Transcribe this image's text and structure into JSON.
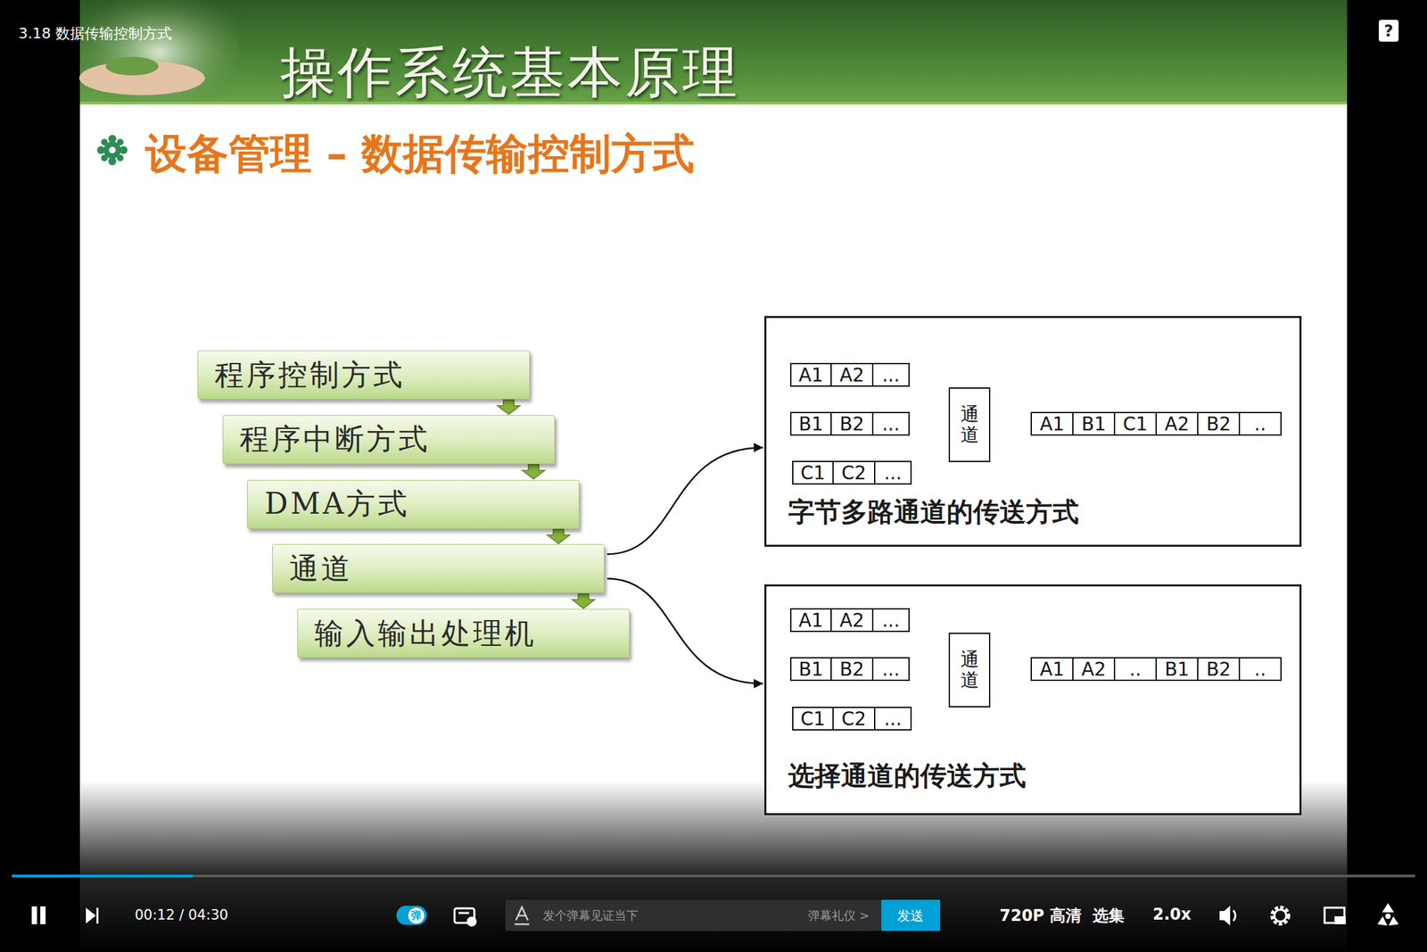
{
  "diagram": {
    "title": "设备管理 – 数据传输控制方式",
    "nodes": [
      {
        "text": [
          "程序控制方式"
        ]
      },
      {
        "text": [
          "程序中断方式"
        ]
      },
      {
        "text": [
          "DMA方式"
        ]
      },
      {
        "text": [
          "通道"
        ]
      },
      {
        "text": [
          "输入输出处理机"
        ]
      },
      {
        "text": [
          "字节多路通道的传送方式"
        ]
      },
      {
        "text": [
          "A1"
        ],
        "in": 5
      },
      {
        "text": [
          "A2"
        ],
        "in": 5
      },
      {
        "text": [
          "..."
        ],
        "in": 5
      },
      {
        "text": [
          "B1"
        ],
        "in": 5
      },
      {
        "text": [
          "B2"
        ],
        "in": 5
      },
      {
        "text": [
          "..."
        ],
        "in": 5
      },
      {
        "text": [
          "C1"
        ],
        "in": 5
      },
      {
        "text": [
          "C2"
        ],
        "in": 5
      },
      {
        "text": [
          "..."
        ],
        "in": 5
      },
      {
        "text": [
          "通道"
        ],
        "in": 5
      },
      {
        "text": [
          "A1"
        ],
        "in": 5
      },
      {
        "text": [
          "B1"
        ],
        "in": 5
      },
      {
        "text": [
          "C1"
        ],
        "in": 5
      },
      {
        "text": [
          "A2"
        ],
        "in": 5
      },
      {
        "text": [
          "B2"
        ],
        "in": 5
      },
      {
        "text": [
          ".."
        ],
        "in": 5
      },
      {
        "text": [
          "选择通道的传送方式"
        ]
      },
      {
        "text": [
          "A1"
        ],
        "in": 22
      },
      {
        "text": [
          "A2"
        ],
        "in": 22
      },
      {
        "text": [
          "..."
        ],
        "in": 22
      },
      {
        "text": [
          "B1"
        ],
        "in": 22
      },
      {
        "text": [
          "B2"
        ],
        "in": 22
      },
      {
        "text": [
          "..."
        ],
        "in": 22
      },
      {
        "text": [
          "C1"
        ],
        "in": 22
      },
      {
        "text": [
          "C2"
        ],
        "in": 22
      },
      {
        "text": [
          "..."
        ],
        "in": 22
      },
      {
        "text": [
          "通道"
        ],
        "in": 22
      },
      {
        "text": [
          "A1"
        ],
        "in": 22
      },
      {
        "text": [
          "A2"
        ],
        "in": 22
      },
      {
        "text": [
          ".."
        ],
        "in": 22
      },
      {
        "text": [
          "B1"
        ],
        "in": 22
      },
      {
        "text": [
          "B2"
        ],
        "in": 22
      },
      {
        "text": [
          ".."
        ],
        "in": 22
      }
    ],
    "edges": [
      {
        "from": 0,
        "to": 1,
        "arrow": "to"
      },
      {
        "from": 1,
        "to": 2,
        "arrow": "to"
      },
      {
        "from": 2,
        "to": 3,
        "arrow": "to"
      },
      {
        "from": 3,
        "to": 4,
        "arrow": "to"
      },
      {
        "from": 3,
        "to": 5,
        "arrow": "to"
      },
      {
        "from": 3,
        "to": 22,
        "arrow": "to"
      },
      {
        "from": 8,
        "to": 15,
        "arrow": "to"
      },
      {
        "from": 11,
        "to": 15,
        "arrow": "to"
      },
      {
        "from": 14,
        "to": 15,
        "arrow": "to"
      },
      {
        "from": 15,
        "to": 16,
        "arrow": "to"
      },
      {
        "from": 25,
        "to": 32,
        "arrow": "to"
      },
      {
        "from": 28,
        "to": 32,
        "arrow": "to"
      },
      {
        "from": 31,
        "to": 32,
        "arrow": "to"
      },
      {
        "from": 32,
        "to": 33,
        "arrow": "to"
      }
    ],
    "labels": [
      "3.18 数据传输控制方式",
      "操作系统基本原理",
      "?",
      "00:12 / 04:30",
      "弹",
      "发个弹幕见证当下",
      "弹幕礼仪 >",
      "发送",
      "720P 高清",
      "选集",
      "2.0x"
    ]
  }
}
